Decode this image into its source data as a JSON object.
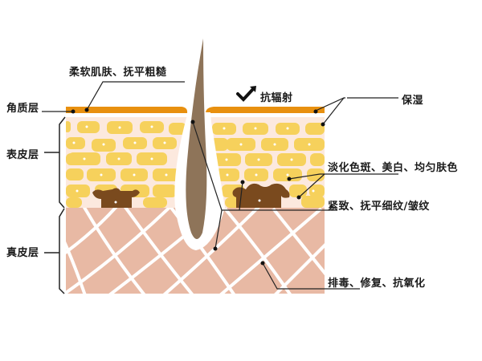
{
  "diagram": {
    "title": "",
    "layers": [
      {
        "id": "stratum-corneum",
        "label": "角质层"
      },
      {
        "id": "epidermis",
        "label": "表皮层"
      },
      {
        "id": "dermis",
        "label": "真皮层"
      }
    ],
    "benefits": {
      "soften": "柔软肌肤、抚平粗糙",
      "anti_radiation": "抗辐射",
      "moisturize": "保湿",
      "whitening": "淡化色斑、美白、均匀肤色",
      "firming": "紧致、抚平细纹/皱纹",
      "detox": "排毒、修复、抗氧化"
    },
    "colors": {
      "stratum_corneum": "#E8900F",
      "epidermis_bg": "#FCE9DE",
      "cell": "#F6D15C",
      "dermis": "#E8B9A4",
      "collagen": "#FFFFFF",
      "pigment": "#7A4A1E",
      "hair": "#8E7459",
      "line": "#222222"
    }
  }
}
